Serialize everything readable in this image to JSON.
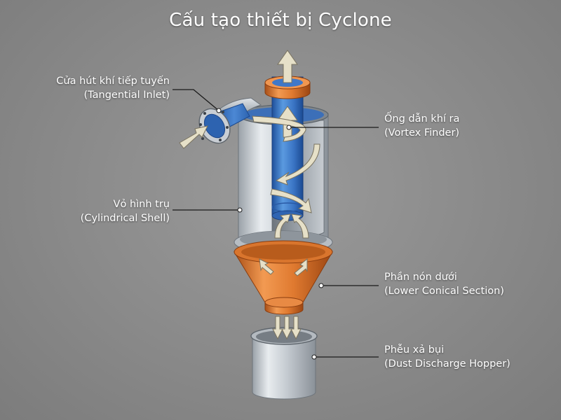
{
  "title": "Cấu tạo thiết bị Cyclone",
  "labels": {
    "inlet": {
      "vi": "Cửa hút khí tiếp tuyến",
      "en": "(Tangential Inlet)"
    },
    "vortex_finder": {
      "vi": "Ống dẫn khí ra",
      "en": "(Vortex Finder)"
    },
    "shell": {
      "vi": "Vỏ hình trụ",
      "en": "(Cylindrical Shell)"
    },
    "cone": {
      "vi": "Phần nón dưới",
      "en": "(Lower Conical Section)"
    },
    "hopper": {
      "vi": "Phễu xả bụi",
      "en": "(Dust Discharge Hopper)"
    }
  },
  "colors": {
    "steel": "#c9ced4",
    "blue_pipe": "#3f78c8",
    "copper": "#e07a30",
    "arrow_fill": "#e6e0c8",
    "leader_line": "#1a1a1a"
  }
}
